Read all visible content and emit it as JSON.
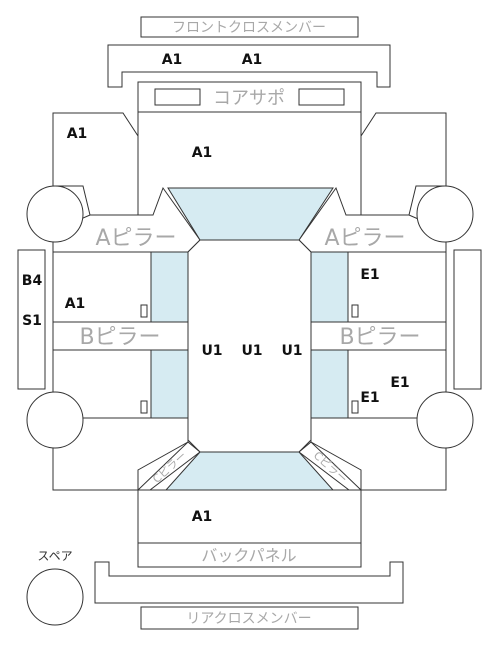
{
  "labels": {
    "front_cross_member": "フロントクロスメンバー",
    "core_support": "コアサポ",
    "a_pillar_left": "Aピラー",
    "a_pillar_right": "Aピラー",
    "b_pillar_left": "Bピラー",
    "b_pillar_right": "Bピラー",
    "back_panel": "バックパネル",
    "rear_cross_member": "リアクロスメンバー",
    "spare": "スペア",
    "c_pillar_left": "Cピラー",
    "c_pillar_right": "Cピラー"
  },
  "damage_codes": {
    "bumper_left": "A1",
    "bumper_right": "A1",
    "left_front_fender": "A1",
    "hood": "A1",
    "left_sill_b4": "B4",
    "left_sill_s1": "S1",
    "left_front_door": "A1",
    "roof_left": "U1",
    "roof_center": "U1",
    "roof_right": "U1",
    "right_front_door": "E1",
    "right_rear_door": "E1",
    "right_rear_quarter": "E1",
    "trunk": "A1"
  },
  "colors": {
    "glass": "#d6ebf2",
    "label_gray": "#a8a8a8",
    "line": "#333333"
  }
}
